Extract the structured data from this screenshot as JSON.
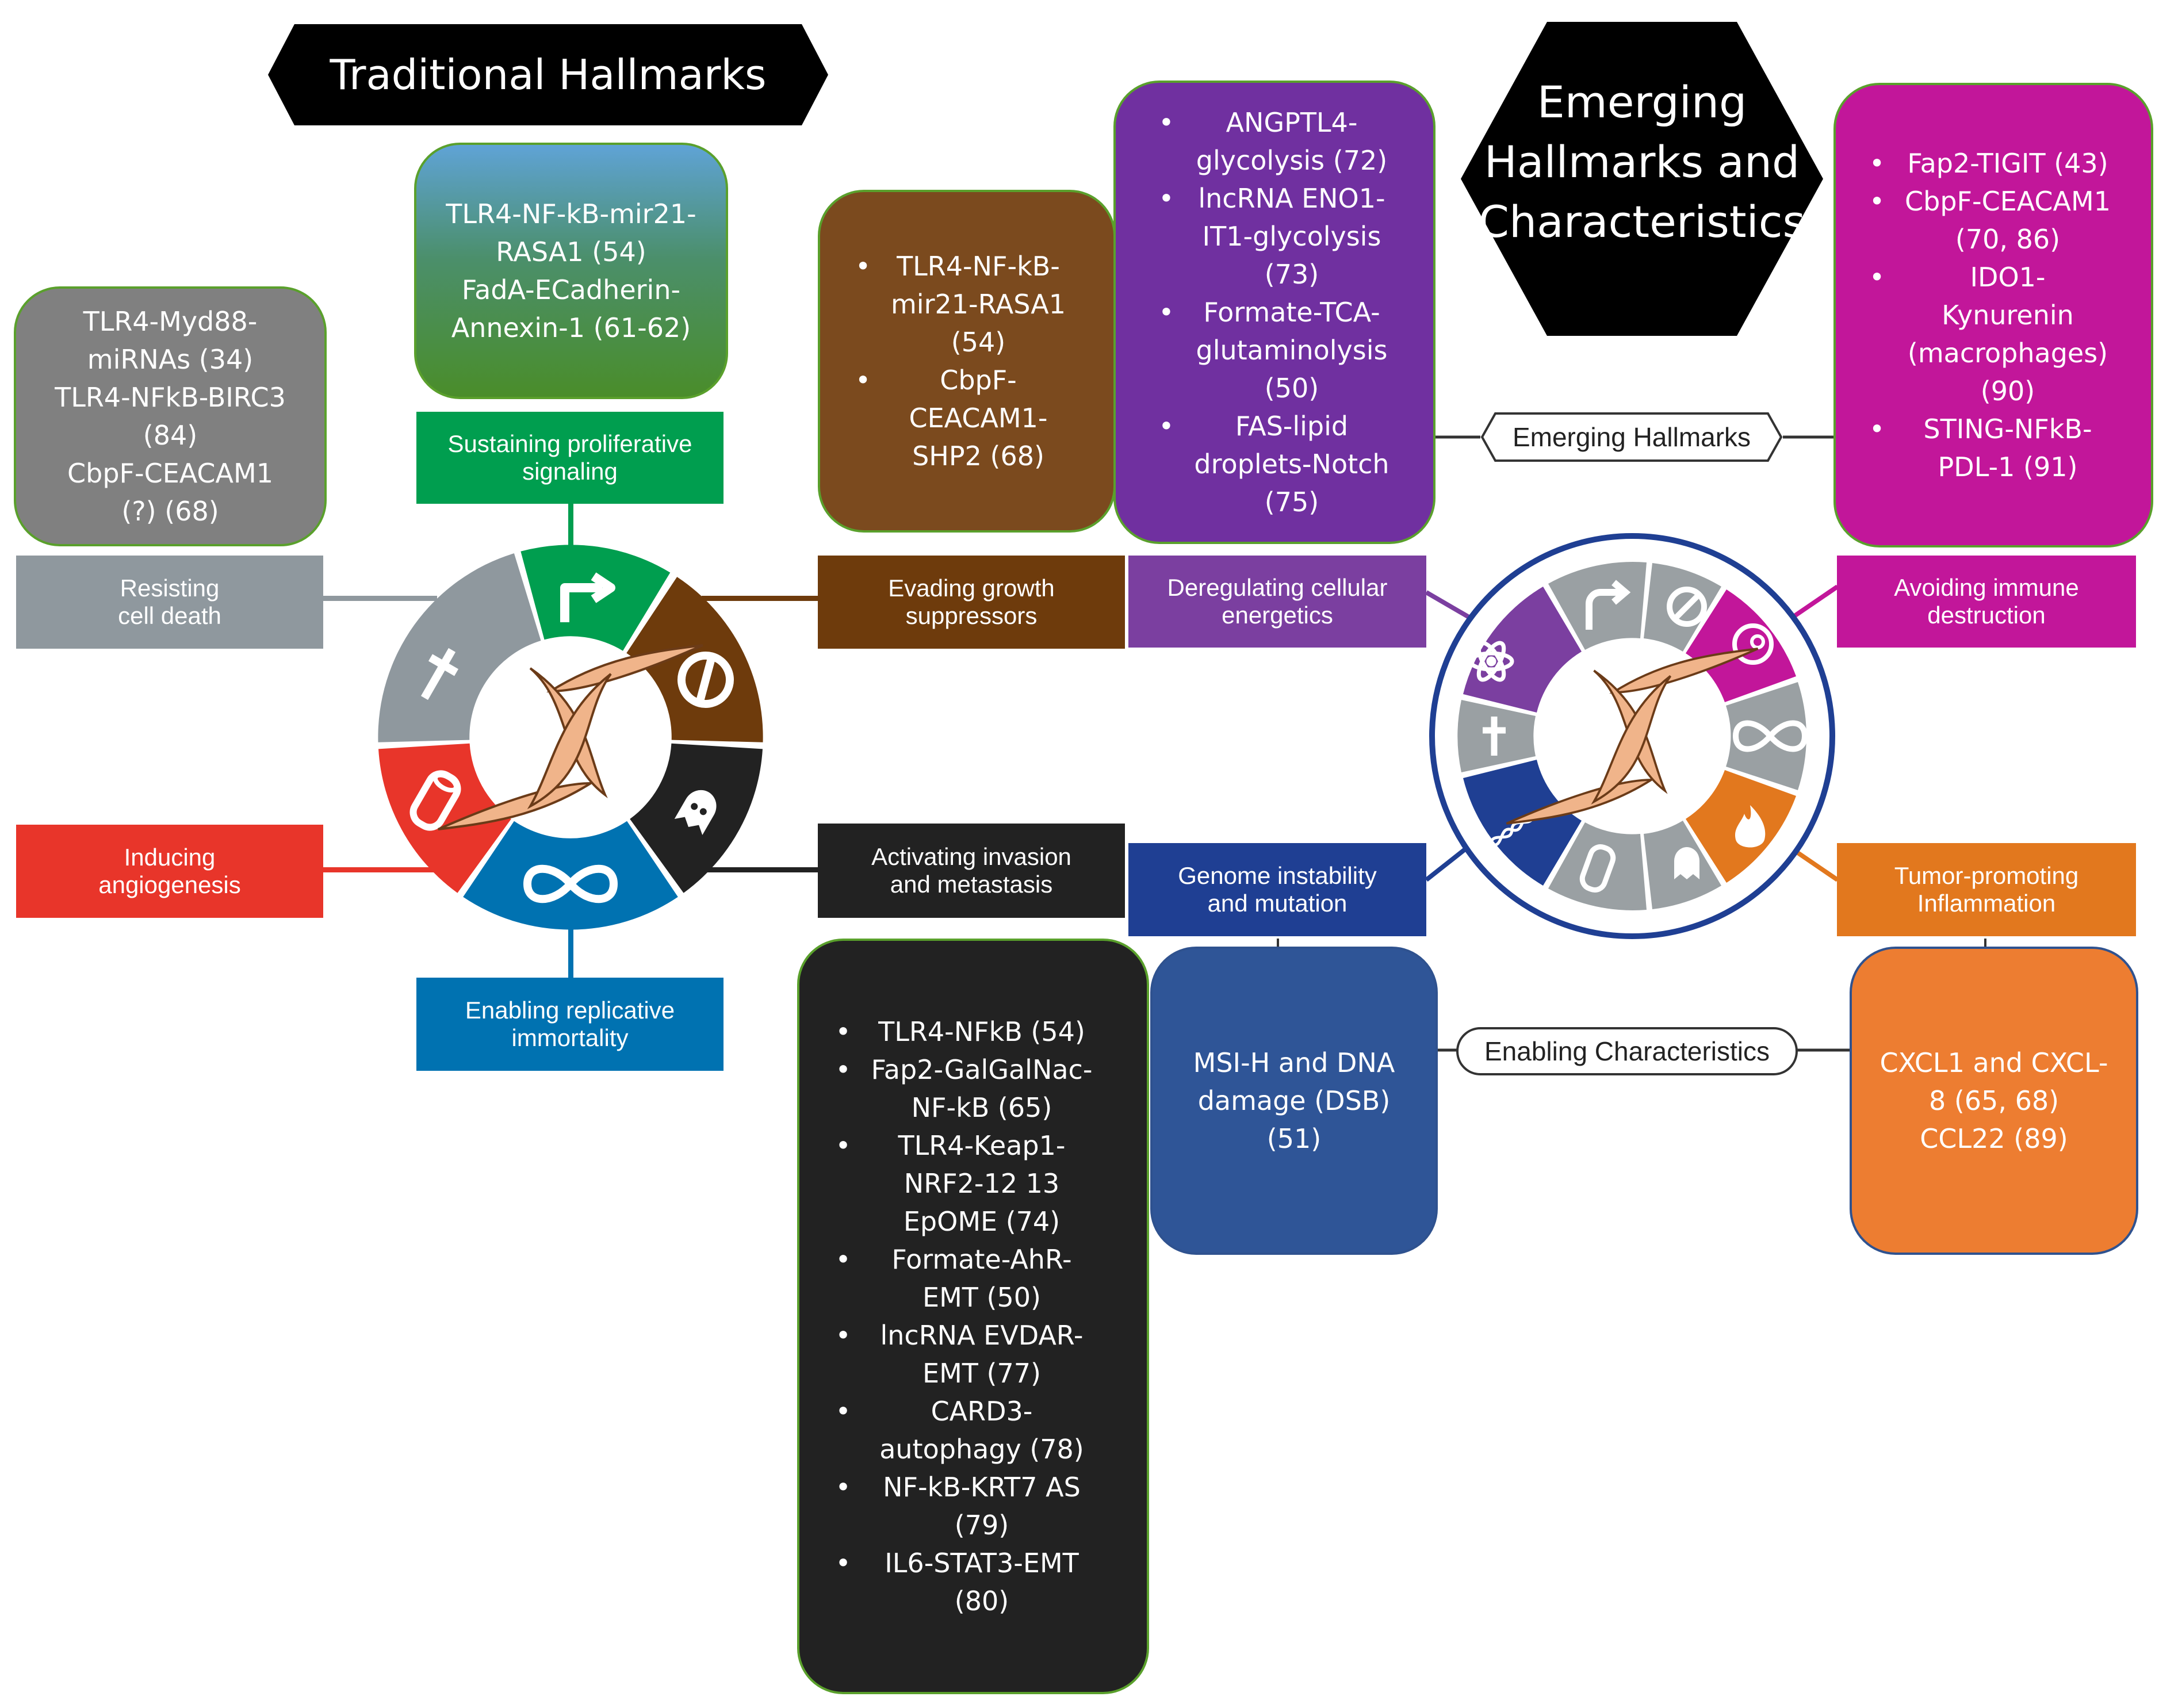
{
  "headers": {
    "traditional": "Traditional Hallmarks",
    "emerging": [
      "Emerging",
      "Hallmarks and",
      "Characteristics"
    ]
  },
  "pills": {
    "emerging_hallmarks": "Emerging Hallmarks",
    "enabling_characteristics": "Enabling Characteristics"
  },
  "labels": {
    "resisting": [
      "Resisting",
      "cell death"
    ],
    "sustaining": [
      "Sustaining proliferative",
      "signaling"
    ],
    "evading": [
      "Evading growth",
      "suppressors"
    ],
    "activating": [
      "Activating invasion",
      "and metastasis"
    ],
    "angiogenesis": [
      "Inducing",
      "angiogenesis"
    ],
    "immortality": [
      "Enabling replicative",
      "immortality"
    ],
    "energetics": [
      "Deregulating cellular",
      "energetics"
    ],
    "immune": [
      "Avoiding immune",
      "destruction"
    ],
    "genome": [
      "Genome instability",
      "and mutation"
    ],
    "inflammation": [
      "Tumor-promoting",
      "Inflammation"
    ]
  },
  "boxes": {
    "gray": [
      "TLR4-Myd88-",
      "miRNAs (34)",
      "TLR4-NFkB-BIRC3",
      "(84)",
      "CbpF-CEACAM1",
      "(?) (68)"
    ],
    "green": [
      "TLR4-NF-kB-mir21-",
      "RASA1 (54)",
      "FadA-ECadherin-",
      "Annexin-1 (61-62)"
    ],
    "brown": [
      [
        "TLR4-NF-kB-",
        "mir21-RASA1",
        "(54)"
      ],
      [
        "CbpF-",
        "CEACAM1-",
        "SHP2 (68)"
      ]
    ],
    "purple": [
      [
        "ANGPTL4-",
        "glycolysis (72)"
      ],
      [
        "lncRNA ENO1-",
        "IT1-glycolysis",
        "(73)"
      ],
      [
        "Formate-TCA-",
        "glutaminolysis",
        "(50)"
      ],
      [
        "FAS-lipid",
        "droplets-Notch",
        "(75)"
      ]
    ],
    "magenta": [
      [
        "Fap2-TIGIT (43)"
      ],
      [
        "CbpF-CEACAM1",
        "(70, 86)"
      ],
      [
        "IDO1-",
        "Kynurenin",
        "(macrophages)",
        "(90)"
      ],
      [
        "STING-NFkB-",
        "PDL-1 (91)"
      ]
    ],
    "black": [
      [
        "TLR4-NFkB (54)"
      ],
      [
        "Fap2-GalGalNac-",
        "NF-kB (65)"
      ],
      [
        "TLR4-Keap1-",
        "NRF2-12 13",
        "EpOME (74)"
      ],
      [
        "Formate-AhR-",
        "EMT (50)"
      ],
      [
        "lncRNA EVDAR-",
        "EMT (77)"
      ],
      [
        "CARD3-",
        "autophagy (78)"
      ],
      [
        "NF-kB-KRT7 AS",
        "(79)"
      ],
      [
        "IL6-STAT3-EMT",
        "(80)"
      ]
    ],
    "blue": [
      "MSI-H and DNA",
      "damage (DSB)",
      "(51)"
    ],
    "orange": [
      "CXCL1 and CXCL-",
      "8 (65, 68)",
      "CCL22 (89)"
    ]
  },
  "colors": {
    "gray": "#808080",
    "green": "#009e4f",
    "brown": "#6e3b0c",
    "black": "#222222",
    "red": "#e8352a",
    "blue": "#0072b1",
    "label_gray": "#8f989e",
    "purple": "#7030a0",
    "label_purple": "#7b3fa0",
    "magenta": "#c2169a",
    "dark_blue": "#1f3f93",
    "box_blue": "#2f5597",
    "orange": "#ed7d31",
    "label_orange": "#e2781e",
    "dna": "#f0b48a"
  }
}
